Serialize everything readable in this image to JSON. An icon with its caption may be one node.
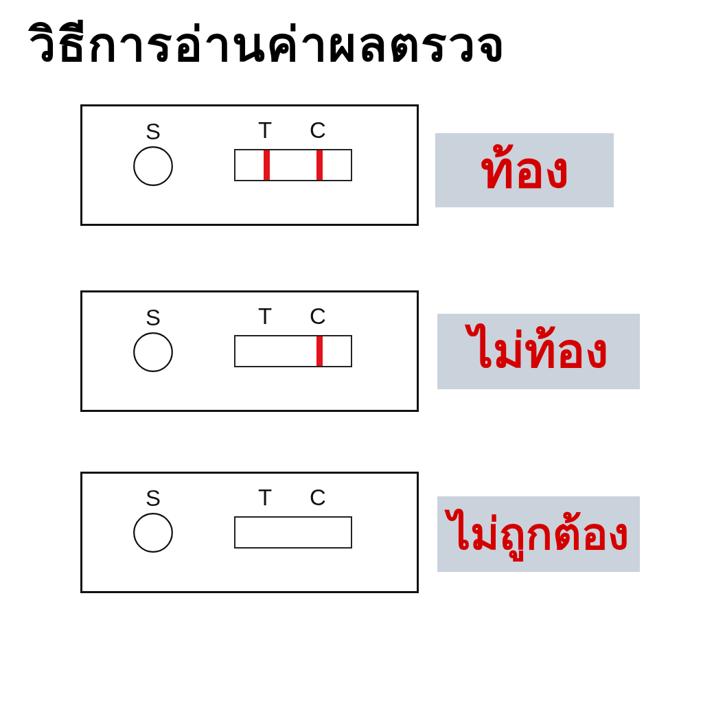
{
  "diagram": {
    "title": "วิธีการอ่านค่าผลตรวจ",
    "nodes": [
      {
        "text": [],
        "shape": "box"
      },
      {
        "text": [
          "S"
        ],
        "in": 0
      },
      {
        "text": [
          "T",
          "C"
        ],
        "in": 0
      },
      {
        "text": [],
        "shape": "bar",
        "in": 2
      },
      {
        "text": [],
        "shape": "bar",
        "in": 2
      },
      {
        "text": [
          "ท้อง"
        ]
      },
      {
        "text": [],
        "shape": "box"
      },
      {
        "text": [
          "S"
        ],
        "in": 6
      },
      {
        "text": [
          "T",
          "C"
        ],
        "in": 6
      },
      {
        "text": [],
        "shape": "bar",
        "in": 8
      },
      {
        "text": [
          "ไม่ท้อง"
        ]
      },
      {
        "text": [],
        "shape": "box"
      },
      {
        "text": [
          "S"
        ],
        "in": 11
      },
      {
        "text": [
          "T",
          "C"
        ],
        "in": 11
      },
      {
        "text": [
          "ไม่ถูกต้อง"
        ]
      }
    ],
    "edges": []
  }
}
